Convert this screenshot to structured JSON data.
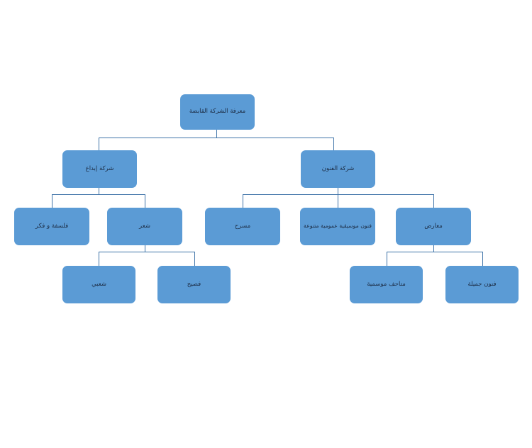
{
  "diagram": {
    "type": "organization-chart",
    "title_text": "معرفة الشركة القابضة",
    "orientation": "top-down",
    "direction": "rtl",
    "levels": 4,
    "style": {
      "node_fill": "#5B9BD5",
      "node_text_color": "#1c2c44",
      "connector_color": "#3f73a8",
      "background": "#ffffff",
      "node_corner_radius": "7px"
    },
    "nodes": [
      {
        "id": "root",
        "label": "معرفة الشركة القابضة",
        "level": 0,
        "parent": null
      },
      {
        "id": "ibdaa",
        "label": "شركة إبداع",
        "level": 1,
        "parent": "root"
      },
      {
        "id": "funun",
        "label": "شركة الفنون",
        "level": 1,
        "parent": "root"
      },
      {
        "id": "falsafa",
        "label": "فلسفة و فكر",
        "level": 2,
        "parent": "ibdaa"
      },
      {
        "id": "shir",
        "label": "شعر",
        "level": 2,
        "parent": "ibdaa"
      },
      {
        "id": "masrah",
        "label": "مسرح",
        "level": 2,
        "parent": "funun"
      },
      {
        "id": "musiqa",
        "label": "فنون موسيقية عمومية متنوعة",
        "level": 2,
        "parent": "funun"
      },
      {
        "id": "maarid",
        "label": "معارض",
        "level": 2,
        "parent": "funun"
      },
      {
        "id": "shaabi",
        "label": "شعبي",
        "level": 3,
        "parent": "shir"
      },
      {
        "id": "fasih",
        "label": "فصيح",
        "level": 3,
        "parent": "shir"
      },
      {
        "id": "matahif",
        "label": "متاحف موسمية",
        "level": 3,
        "parent": "maarid"
      },
      {
        "id": "jamila",
        "label": "فنون جميلة",
        "level": 3,
        "parent": "maarid"
      }
    ]
  }
}
